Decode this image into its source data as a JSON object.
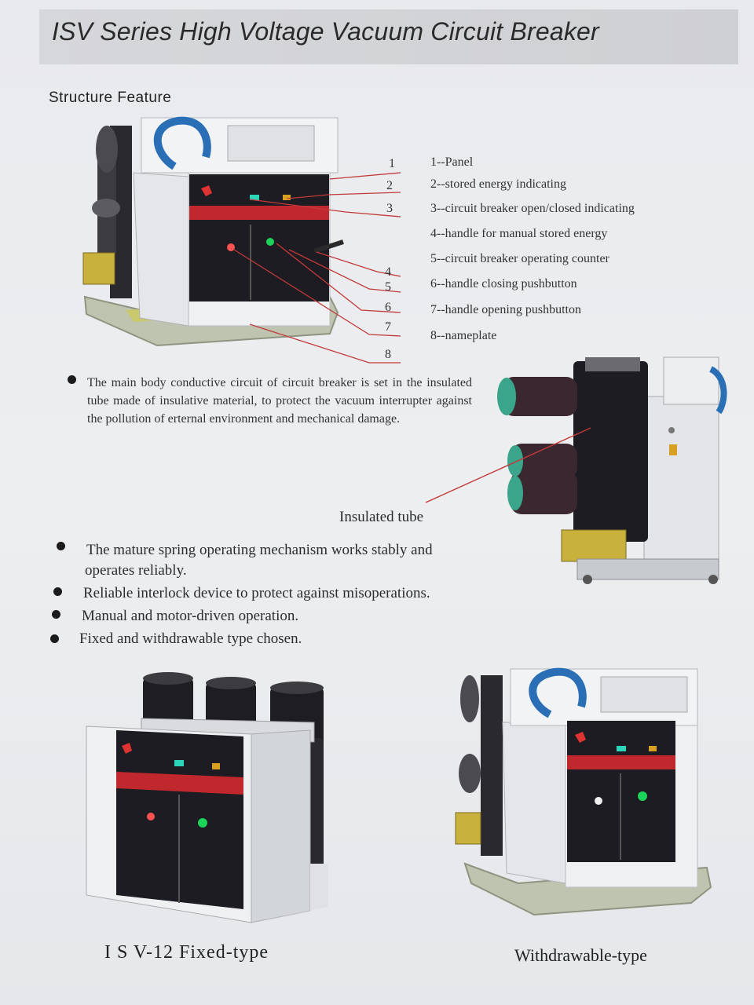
{
  "header": {
    "title": "ISV Series High Voltage Vacuum Circuit Breaker"
  },
  "section": {
    "title": "Structure Feature"
  },
  "callouts": [
    "1",
    "2",
    "3",
    "4",
    "5",
    "6",
    "7",
    "8"
  ],
  "legend": [
    "1--Panel",
    "2--stored energy indicating",
    "3--circuit breaker open/closed indicating",
    "4--handle for manual stored energy",
    "5--circuit breaker operating counter",
    "6--handle closing pushbutton",
    "7--handle opening pushbutton",
    "8--nameplate"
  ],
  "description": "The main body conductive circuit of circuit breaker is set in the insulated tube made of insulative material, to protect the vacuum interrupter against the pollution of erternal environment and mechanical damage.",
  "insulated_tube_label": "Insulated tube",
  "features": [
    "The mature spring operating mechanism works stably and",
    "operates reliably.",
    "Reliable interlock device to protect against misoperations.",
    "Manual and motor-driven operation.",
    "Fixed and withdrawable type chosen."
  ],
  "captions": {
    "fixed": "I S V-12 Fixed-type",
    "withdrawable": "Withdrawable-type"
  },
  "colors": {
    "panel_black": "#1c1c22",
    "panel_white": "#eef0f2",
    "accent_red": "#c0282e",
    "cable_blue": "#2a6fb6",
    "leader_red": "#c23a3a"
  }
}
